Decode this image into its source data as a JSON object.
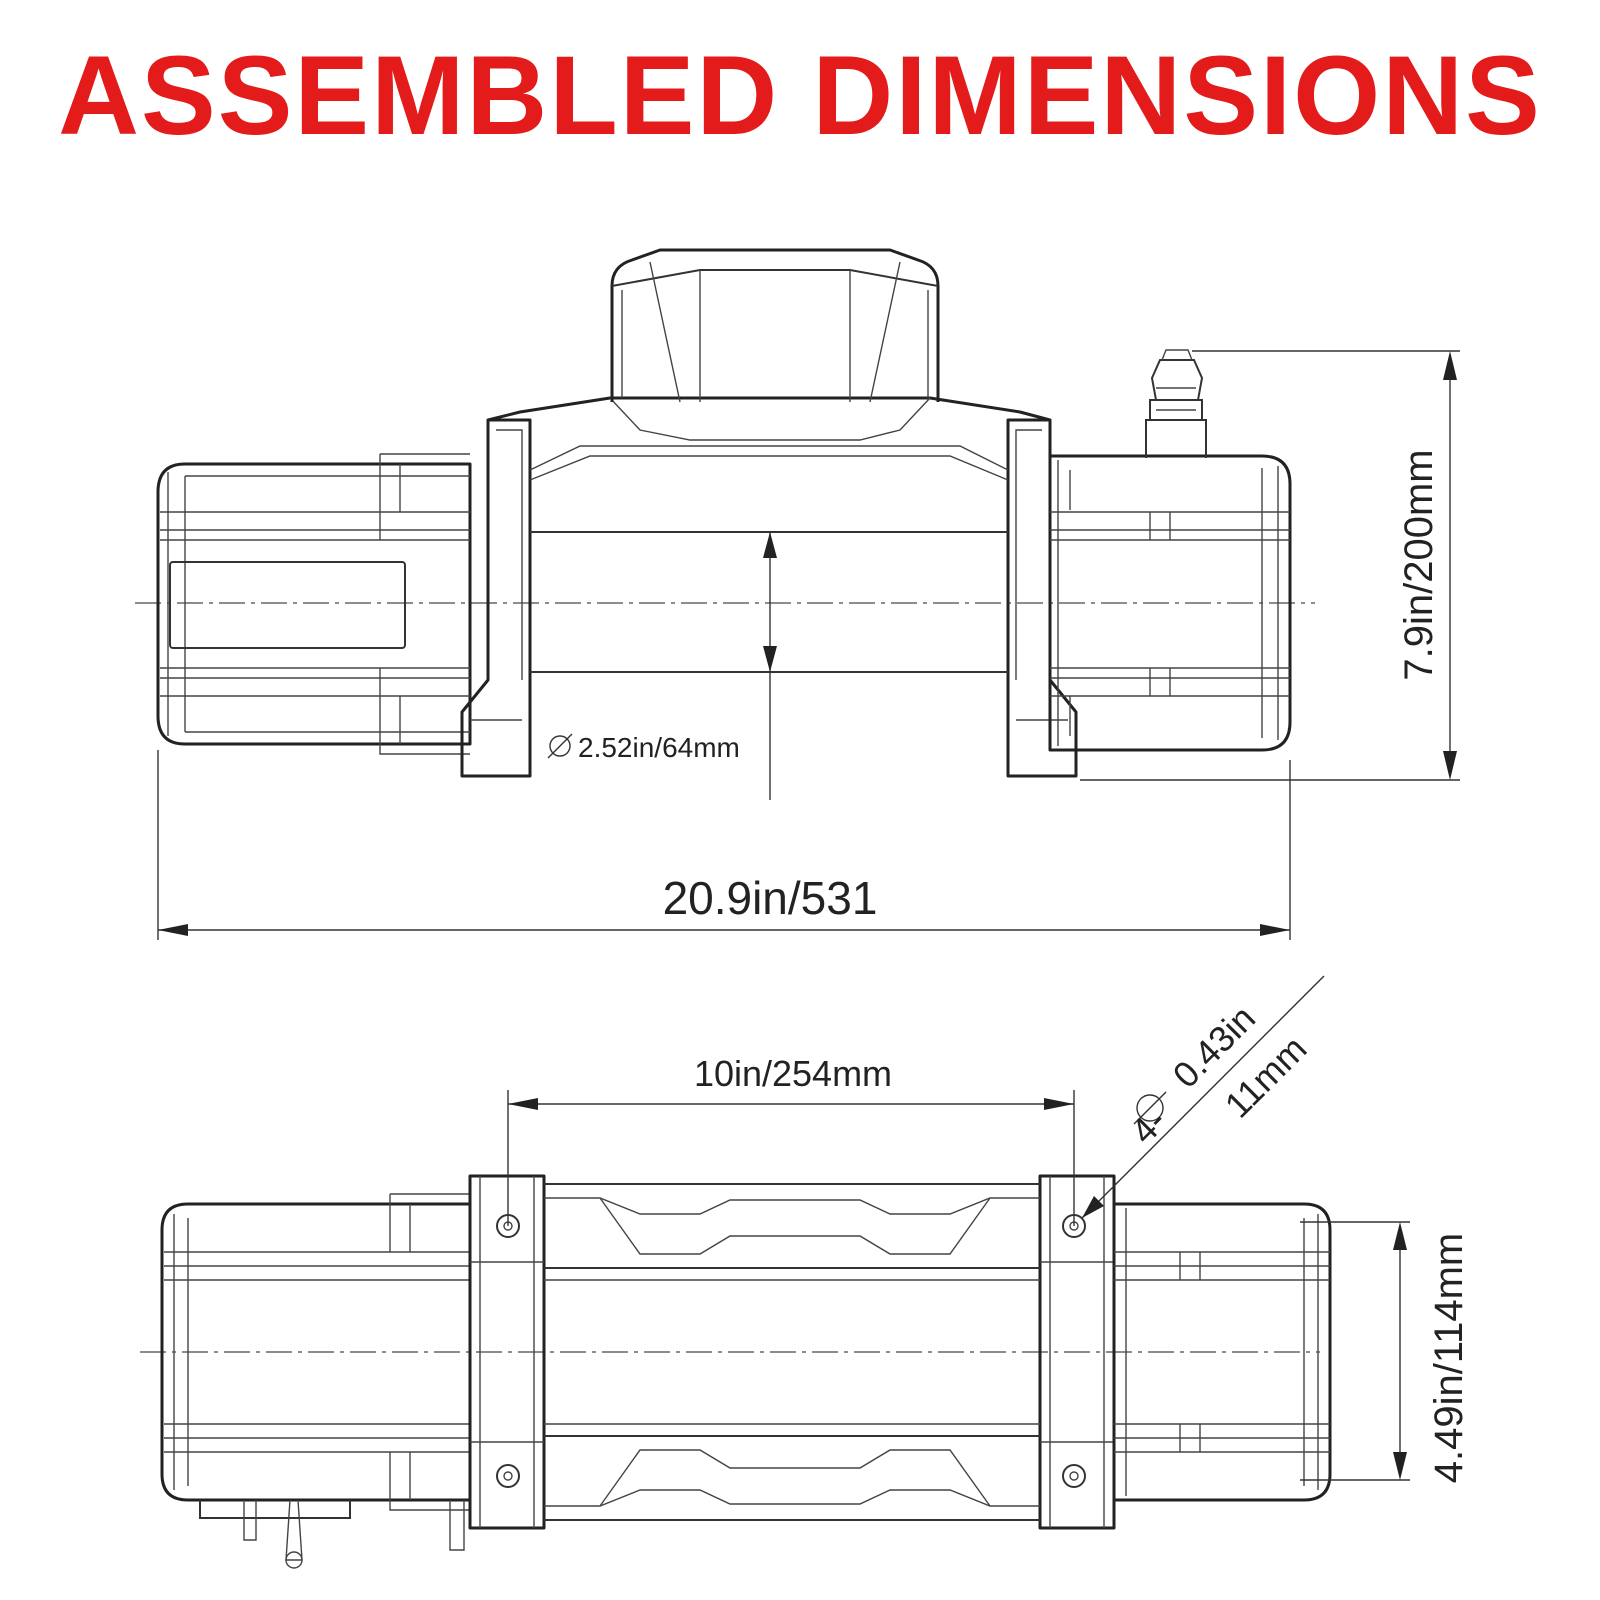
{
  "title": "ASSEMBLED DIMENSIONS",
  "colors": {
    "title": "#e31b1b",
    "lines": "#222222"
  },
  "dimensions": {
    "height": "7.9in/200mm",
    "drum_diameter": "2.52in/64mm",
    "length": "20.9in/531",
    "bolt_spacing": "10in/254mm",
    "hole_top": "4-",
    "hole_size": "0.43in",
    "hole_mm": "11mm",
    "width": "4.49in/114mm"
  }
}
